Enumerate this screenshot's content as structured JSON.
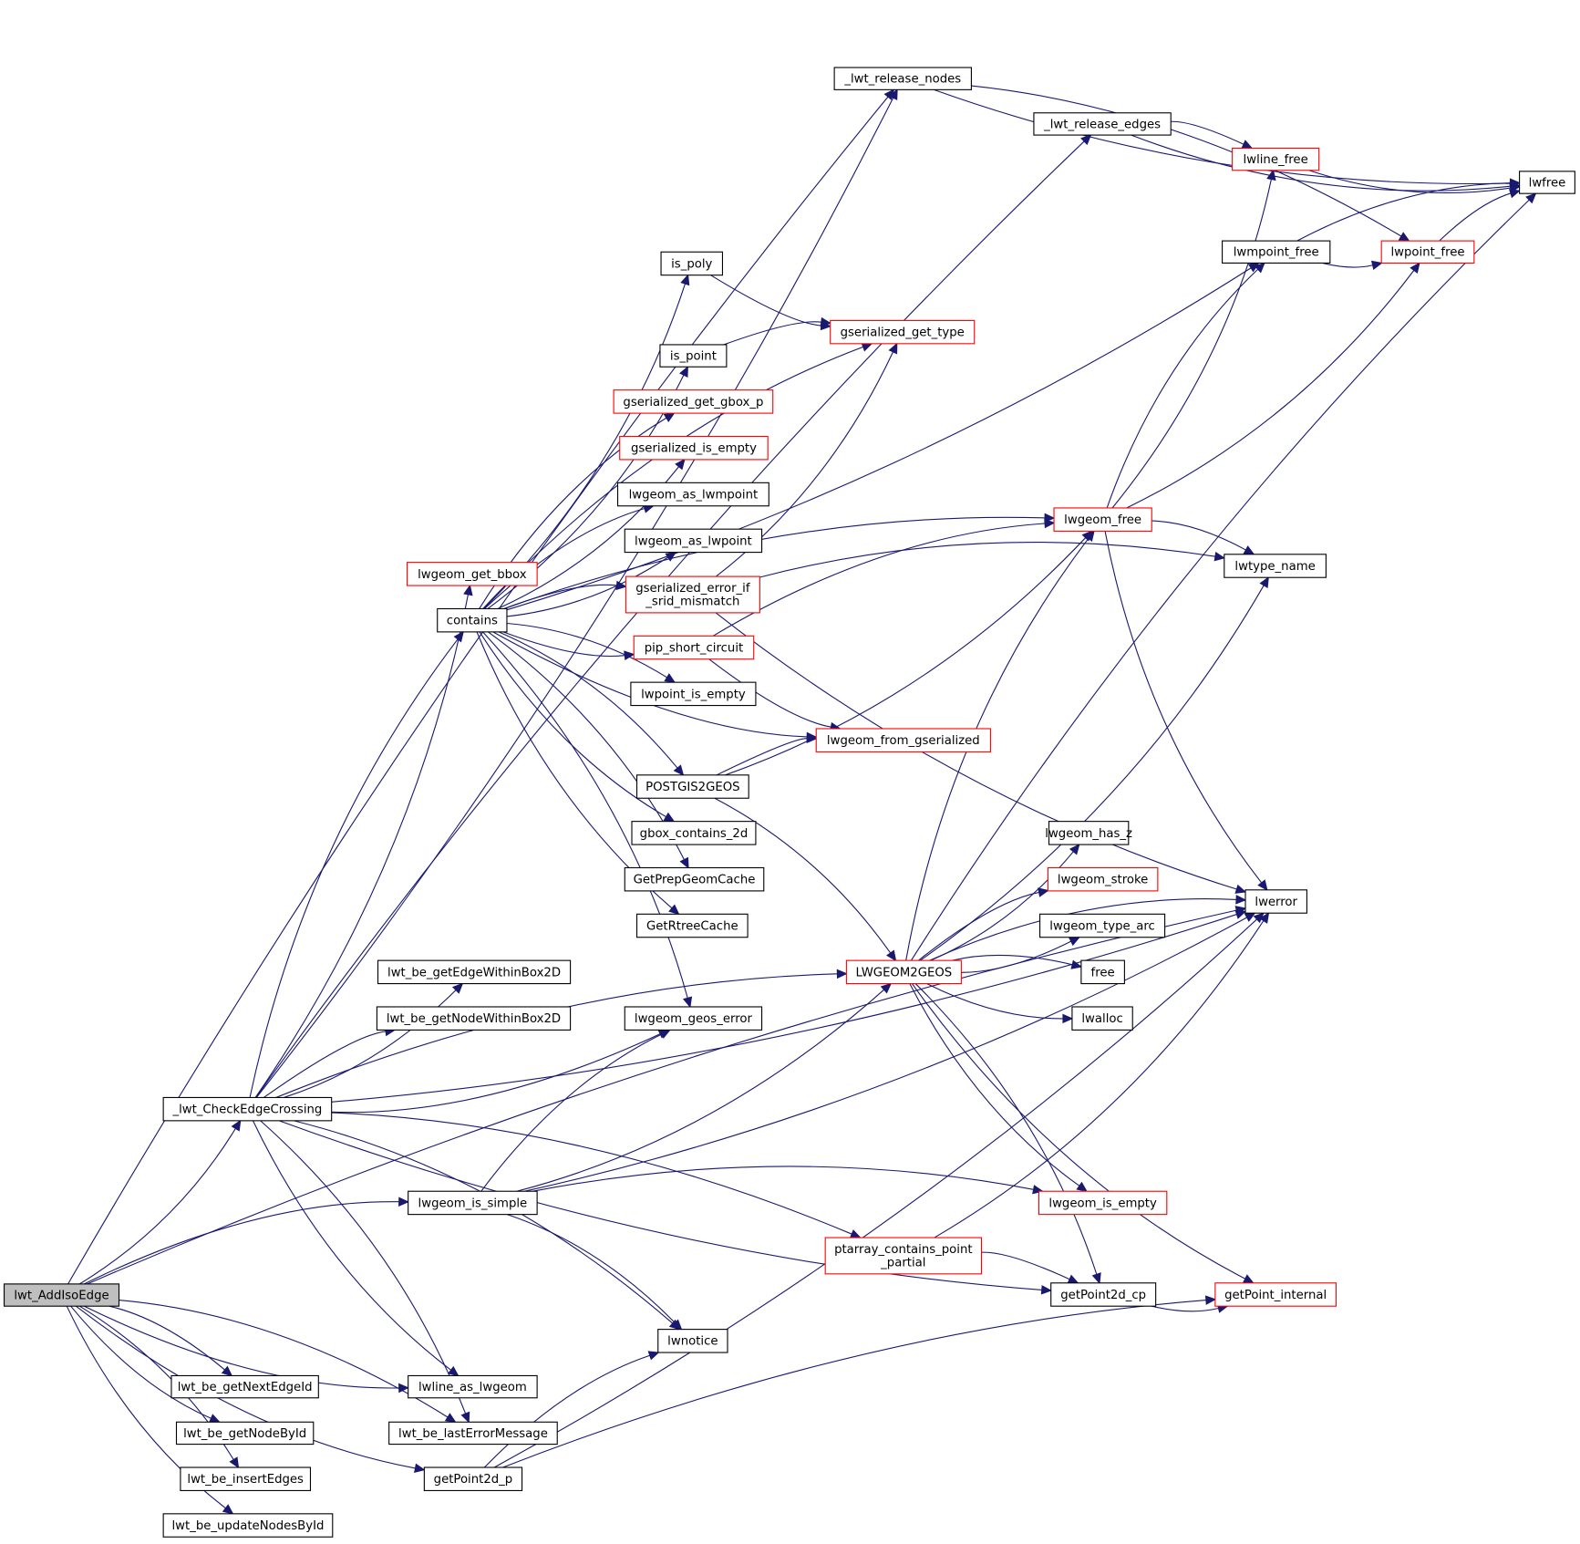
{
  "title": "lwt_AddIsoEdge call graph",
  "colors": {
    "edge": "#191970",
    "root_fill": "#bfbfbf",
    "truncated_border": "#ff0000",
    "normal_border": "#000000"
  },
  "nodes": [
    {
      "id": "lwt_AddIsoEdge",
      "label": "lwt_AddIsoEdge",
      "style": "root"
    },
    {
      "id": "_lwt_release_nodes",
      "label": "_lwt_release_nodes",
      "style": "normal"
    },
    {
      "id": "_lwt_release_edges",
      "label": "_lwt_release_edges",
      "style": "normal"
    },
    {
      "id": "lwfree",
      "label": "lwfree",
      "style": "normal"
    },
    {
      "id": "lwline_free",
      "label": "lwline_free",
      "style": "red"
    },
    {
      "id": "lwmpoint_free",
      "label": "lwmpoint_free",
      "style": "normal"
    },
    {
      "id": "lwpoint_free",
      "label": "lwpoint_free",
      "style": "red"
    },
    {
      "id": "is_poly",
      "label": "is_poly",
      "style": "normal"
    },
    {
      "id": "gserialized_get_type",
      "label": "gserialized_get_type",
      "style": "red"
    },
    {
      "id": "is_point",
      "label": "is_point",
      "style": "normal"
    },
    {
      "id": "gserialized_get_gbox_p",
      "label": "gserialized_get_gbox_p",
      "style": "red"
    },
    {
      "id": "gserialized_is_empty",
      "label": "gserialized_is_empty",
      "style": "red"
    },
    {
      "id": "lwgeom_as_lwmpoint",
      "label": "lwgeom_as_lwmpoint",
      "style": "normal"
    },
    {
      "id": "lwgeom_as_lwpoint",
      "label": "lwgeom_as_lwpoint",
      "style": "normal"
    },
    {
      "id": "lwgeom_free",
      "label": "lwgeom_free",
      "style": "red"
    },
    {
      "id": "lwtype_name",
      "label": "lwtype_name",
      "style": "normal"
    },
    {
      "id": "lwgeom_get_bbox",
      "label": "lwgeom_get_bbox",
      "style": "red"
    },
    {
      "id": "gserialized_error_if_srid_mismatch",
      "label": "gserialized_error_if\n_srid_mismatch",
      "style": "red"
    },
    {
      "id": "contains",
      "label": "contains",
      "style": "normal"
    },
    {
      "id": "pip_short_circuit",
      "label": "pip_short_circuit",
      "style": "red"
    },
    {
      "id": "lwpoint_is_empty",
      "label": "lwpoint_is_empty",
      "style": "normal"
    },
    {
      "id": "lwgeom_from_gserialized",
      "label": "lwgeom_from_gserialized",
      "style": "red"
    },
    {
      "id": "POSTGIS2GEOS",
      "label": "POSTGIS2GEOS",
      "style": "normal"
    },
    {
      "id": "gbox_contains_2d",
      "label": "gbox_contains_2d",
      "style": "normal"
    },
    {
      "id": "lwgeom_has_z",
      "label": "lwgeom_has_z",
      "style": "normal"
    },
    {
      "id": "GetPrepGeomCache",
      "label": "GetPrepGeomCache",
      "style": "normal"
    },
    {
      "id": "lwgeom_stroke",
      "label": "lwgeom_stroke",
      "style": "red"
    },
    {
      "id": "lwerror",
      "label": "lwerror",
      "style": "normal"
    },
    {
      "id": "GetRtreeCache",
      "label": "GetRtreeCache",
      "style": "normal"
    },
    {
      "id": "lwgeom_type_arc",
      "label": "lwgeom_type_arc",
      "style": "normal"
    },
    {
      "id": "lwt_be_getEdgeWithinBox2D",
      "label": "lwt_be_getEdgeWithinBox2D",
      "style": "normal"
    },
    {
      "id": "LWGEOM2GEOS",
      "label": "LWGEOM2GEOS",
      "style": "red"
    },
    {
      "id": "free",
      "label": "free",
      "style": "normal"
    },
    {
      "id": "lwt_be_getNodeWithinBox2D",
      "label": "lwt_be_getNodeWithinBox2D",
      "style": "normal"
    },
    {
      "id": "lwgeom_geos_error",
      "label": "lwgeom_geos_error",
      "style": "normal"
    },
    {
      "id": "lwalloc",
      "label": "lwalloc",
      "style": "normal"
    },
    {
      "id": "_lwt_CheckEdgeCrossing",
      "label": "_lwt_CheckEdgeCrossing",
      "style": "normal"
    },
    {
      "id": "lwgeom_is_simple",
      "label": "lwgeom_is_simple",
      "style": "normal"
    },
    {
      "id": "lwgeom_is_empty",
      "label": "lwgeom_is_empty",
      "style": "red"
    },
    {
      "id": "ptarray_contains_point_partial",
      "label": "ptarray_contains_point\n_partial",
      "style": "red"
    },
    {
      "id": "getPoint2d_cp",
      "label": "getPoint2d_cp",
      "style": "normal"
    },
    {
      "id": "getPoint_internal",
      "label": "getPoint_internal",
      "style": "red"
    },
    {
      "id": "lwnotice",
      "label": "lwnotice",
      "style": "normal"
    },
    {
      "id": "lwt_be_getNextEdgeId",
      "label": "lwt_be_getNextEdgeId",
      "style": "normal"
    },
    {
      "id": "lwline_as_lwgeom",
      "label": "lwline_as_lwgeom",
      "style": "normal"
    },
    {
      "id": "lwt_be_getNodeById",
      "label": "lwt_be_getNodeById",
      "style": "normal"
    },
    {
      "id": "lwt_be_lastErrorMessage",
      "label": "lwt_be_lastErrorMessage",
      "style": "normal"
    },
    {
      "id": "lwt_be_insertEdges",
      "label": "lwt_be_insertEdges",
      "style": "normal"
    },
    {
      "id": "getPoint2d_p",
      "label": "getPoint2d_p",
      "style": "normal"
    },
    {
      "id": "lwt_be_updateNodesById",
      "label": "lwt_be_updateNodesById",
      "style": "normal"
    }
  ],
  "edges": [
    [
      "lwt_AddIsoEdge",
      "_lwt_release_nodes"
    ],
    [
      "lwt_AddIsoEdge",
      "_lwt_CheckEdgeCrossing"
    ],
    [
      "lwt_AddIsoEdge",
      "lwgeom_is_simple"
    ],
    [
      "lwt_AddIsoEdge",
      "lwline_as_lwgeom"
    ],
    [
      "lwt_AddIsoEdge",
      "lwt_be_lastErrorMessage"
    ],
    [
      "lwt_AddIsoEdge",
      "getPoint2d_p"
    ],
    [
      "lwt_AddIsoEdge",
      "lwt_be_getNextEdgeId"
    ],
    [
      "lwt_AddIsoEdge",
      "lwt_be_getNodeById"
    ],
    [
      "lwt_AddIsoEdge",
      "lwt_be_insertEdges"
    ],
    [
      "lwt_AddIsoEdge",
      "lwt_be_updateNodesById"
    ],
    [
      "lwt_AddIsoEdge",
      "lwerror"
    ],
    [
      "_lwt_CheckEdgeCrossing",
      "_lwt_release_nodes"
    ],
    [
      "_lwt_CheckEdgeCrossing",
      "_lwt_release_edges"
    ],
    [
      "_lwt_CheckEdgeCrossing",
      "lwgeom_get_bbox"
    ],
    [
      "_lwt_CheckEdgeCrossing",
      "contains"
    ],
    [
      "_lwt_CheckEdgeCrossing",
      "lwt_be_getEdgeWithinBox2D"
    ],
    [
      "_lwt_CheckEdgeCrossing",
      "lwt_be_getNodeWithinBox2D"
    ],
    [
      "_lwt_CheckEdgeCrossing",
      "lwgeom_geos_error"
    ],
    [
      "_lwt_CheckEdgeCrossing",
      "LWGEOM2GEOS"
    ],
    [
      "_lwt_CheckEdgeCrossing",
      "lwerror"
    ],
    [
      "_lwt_CheckEdgeCrossing",
      "ptarray_contains_point_partial"
    ],
    [
      "_lwt_CheckEdgeCrossing",
      "getPoint2d_cp"
    ],
    [
      "_lwt_CheckEdgeCrossing",
      "lwnotice"
    ],
    [
      "_lwt_CheckEdgeCrossing",
      "lwline_as_lwgeom"
    ],
    [
      "_lwt_CheckEdgeCrossing",
      "lwt_be_lastErrorMessage"
    ],
    [
      "_lwt_release_nodes",
      "lwfree"
    ],
    [
      "_lwt_release_nodes",
      "lwpoint_free"
    ],
    [
      "_lwt_release_edges",
      "lwfree"
    ],
    [
      "_lwt_release_edges",
      "lwline_free"
    ],
    [
      "lwline_free",
      "lwfree"
    ],
    [
      "lwmpoint_free",
      "lwfree"
    ],
    [
      "lwmpoint_free",
      "lwpoint_free"
    ],
    [
      "lwpoint_free",
      "lwfree"
    ],
    [
      "contains",
      "lwmpoint_free"
    ],
    [
      "contains",
      "lwgeom_free"
    ],
    [
      "contains",
      "is_poly"
    ],
    [
      "contains",
      "gserialized_get_type"
    ],
    [
      "contains",
      "is_point"
    ],
    [
      "contains",
      "gserialized_get_gbox_p"
    ],
    [
      "contains",
      "gserialized_is_empty"
    ],
    [
      "contains",
      "lwgeom_as_lwmpoint"
    ],
    [
      "contains",
      "lwgeom_as_lwpoint"
    ],
    [
      "contains",
      "gserialized_error_if_srid_mismatch"
    ],
    [
      "contains",
      "pip_short_circuit"
    ],
    [
      "contains",
      "lwpoint_is_empty"
    ],
    [
      "contains",
      "lwgeom_from_gserialized"
    ],
    [
      "contains",
      "POSTGIS2GEOS"
    ],
    [
      "contains",
      "gbox_contains_2d"
    ],
    [
      "contains",
      "GetPrepGeomCache"
    ],
    [
      "contains",
      "GetRtreeCache"
    ],
    [
      "contains",
      "lwgeom_geos_error"
    ],
    [
      "is_poly",
      "gserialized_get_type"
    ],
    [
      "is_point",
      "gserialized_get_type"
    ],
    [
      "gserialized_error_if_srid_mismatch",
      "gserialized_get_type"
    ],
    [
      "gserialized_error_if_srid_mismatch",
      "lwtype_name"
    ],
    [
      "gserialized_error_if_srid_mismatch",
      "lwerror"
    ],
    [
      "pip_short_circuit",
      "lwgeom_free"
    ],
    [
      "pip_short_circuit",
      "lwgeom_from_gserialized"
    ],
    [
      "POSTGIS2GEOS",
      "lwgeom_from_gserialized"
    ],
    [
      "POSTGIS2GEOS",
      "lwgeom_free"
    ],
    [
      "POSTGIS2GEOS",
      "LWGEOM2GEOS"
    ],
    [
      "lwgeom_free",
      "lwline_free"
    ],
    [
      "lwgeom_free",
      "lwmpoint_free"
    ],
    [
      "lwgeom_free",
      "lwpoint_free"
    ],
    [
      "lwgeom_free",
      "lwtype_name"
    ],
    [
      "lwgeom_free",
      "lwerror"
    ],
    [
      "LWGEOM2GEOS",
      "lwgeom_free"
    ],
    [
      "LWGEOM2GEOS",
      "lwtype_name"
    ],
    [
      "LWGEOM2GEOS",
      "lwerror"
    ],
    [
      "LWGEOM2GEOS",
      "lwgeom_has_z"
    ],
    [
      "LWGEOM2GEOS",
      "lwgeom_stroke"
    ],
    [
      "LWGEOM2GEOS",
      "lwgeom_type_arc"
    ],
    [
      "LWGEOM2GEOS",
      "free"
    ],
    [
      "LWGEOM2GEOS",
      "lwalloc"
    ],
    [
      "LWGEOM2GEOS",
      "lwfree"
    ],
    [
      "LWGEOM2GEOS",
      "lwgeom_is_empty"
    ],
    [
      "LWGEOM2GEOS",
      "getPoint2d_cp"
    ],
    [
      "LWGEOM2GEOS",
      "getPoint_internal"
    ],
    [
      "lwgeom_is_simple",
      "lwgeom_geos_error"
    ],
    [
      "lwgeom_is_simple",
      "LWGEOM2GEOS"
    ],
    [
      "lwgeom_is_simple",
      "lwgeom_is_empty"
    ],
    [
      "lwgeom_is_simple",
      "lwerror"
    ],
    [
      "lwgeom_is_simple",
      "lwnotice"
    ],
    [
      "ptarray_contains_point_partial",
      "lwerror"
    ],
    [
      "ptarray_contains_point_partial",
      "getPoint2d_cp"
    ],
    [
      "getPoint2d_cp",
      "getPoint_internal"
    ],
    [
      "getPoint2d_p",
      "lwnotice"
    ],
    [
      "getPoint2d_p",
      "lwerror"
    ],
    [
      "getPoint2d_p",
      "getPoint_internal"
    ]
  ]
}
